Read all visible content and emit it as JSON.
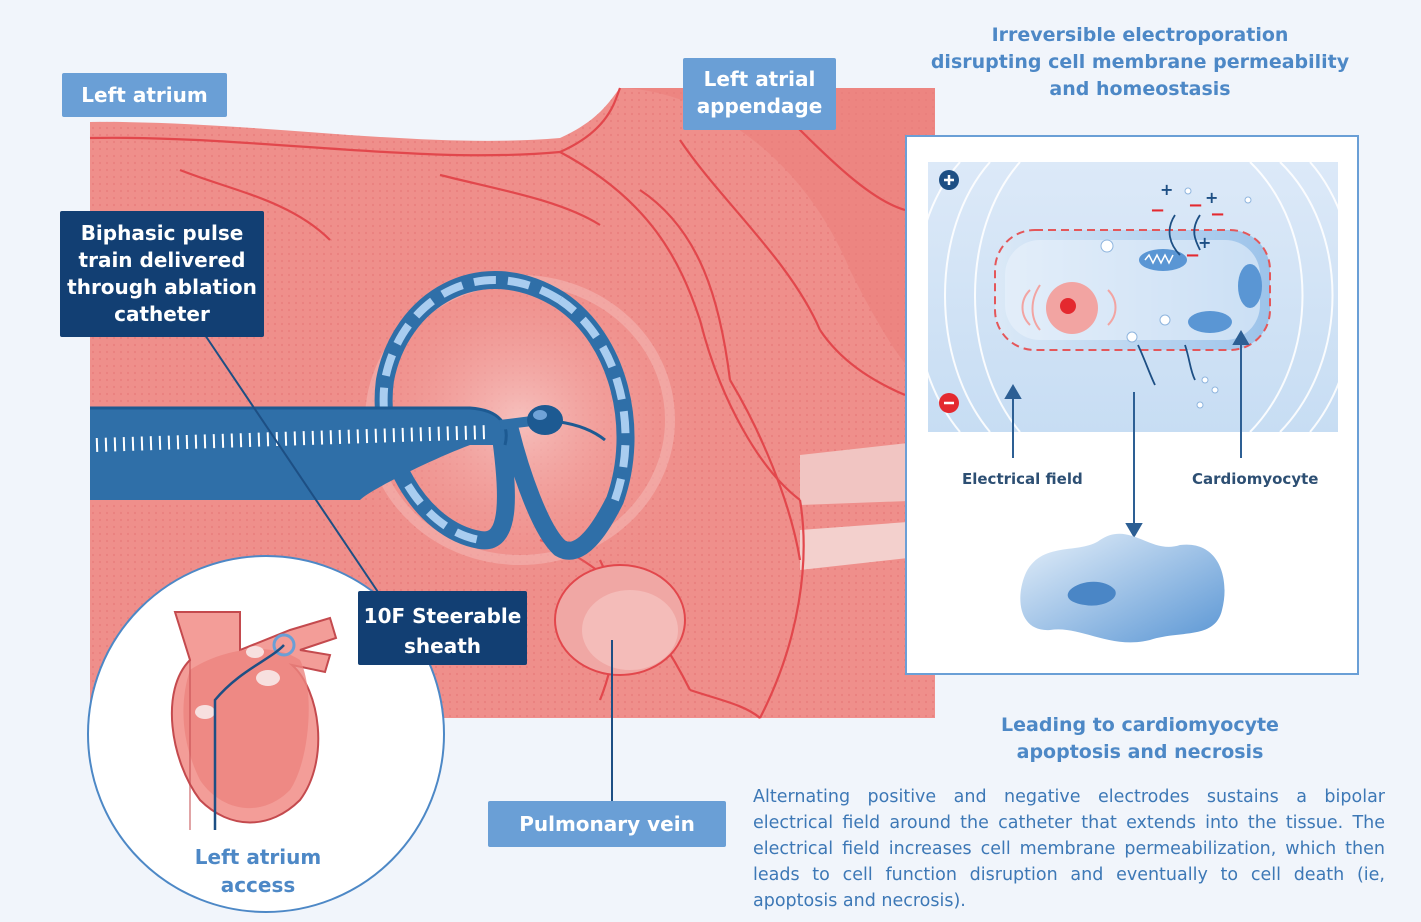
{
  "labels": {
    "left_atrium": "Left atrium",
    "left_atrial_appendage_line1": "Left atrial",
    "left_atrial_appendage_line2": "appendage",
    "biphasic_line1": "Biphasic pulse",
    "biphasic_line2": "train delivered",
    "biphasic_line3": "through ablation",
    "biphasic_line4": "catheter",
    "sheath_line1": "10F Steerable",
    "sheath_line2": "sheath",
    "pulmonary_vein": "Pulmonary vein",
    "access_line1": "Left atrium",
    "access_line2": "access"
  },
  "panel": {
    "heading_line1": "Irreversible electroporation",
    "heading_line2": "disrupting cell membrane permeability",
    "heading_line3": "and homeostasis",
    "electrical_field": "Electrical field",
    "cardiomyocyte": "Cardiomyocyte",
    "plus_symbol": "+",
    "minus_symbol": "−"
  },
  "outcome": {
    "heading_line1": "Leading to cardiomyocyte",
    "heading_line2": "apoptosis and necrosis",
    "description": "Alternating positive and negative electrodes sustains a bipolar electrical field around the catheter that extends into the tissue. The electrical field increases cell membrane permeabilization, which then leads to cell function disruption and eventually to cell death (ie, apoptosis and necrosis)."
  },
  "colors": {
    "tissue": "#ef8f8b",
    "tissue_line": "#e2474c",
    "catheter": "#2f6fa8",
    "label_light": "#6a9fd6",
    "label_dark": "#123f73",
    "heading_blue": "#4d88c6"
  },
  "icons": [
    "plus-electrode-icon",
    "minus-electrode-icon",
    "mitochondria-icon",
    "nucleus-icon",
    "heart-icon"
  ]
}
